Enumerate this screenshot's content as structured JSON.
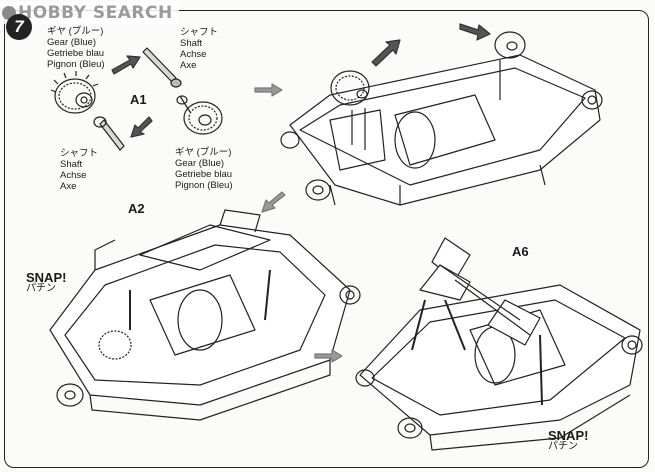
{
  "watermark": {
    "text": "HOBBY SEARCH"
  },
  "step": {
    "number": "7"
  },
  "parts": {
    "gear_top": {
      "jp": "ギヤ (ブルー)",
      "en": "Gear (Blue)",
      "de": "Getriebe blau",
      "fr": "Pignon (Bleu)"
    },
    "shaft_top": {
      "jp": "シャフト",
      "en": "Shaft",
      "de": "Achse",
      "fr": "Axe"
    },
    "shaft_bottom": {
      "jp": "シャフト",
      "en": "Shaft",
      "de": "Achse",
      "fr": "Axe"
    },
    "gear_bottom": {
      "jp": "ギヤ (ブルー)",
      "en": "Gear (Blue)",
      "de": "Getriebe blau",
      "fr": "Pignon (Bleu)"
    }
  },
  "callouts": {
    "a1": "A1",
    "a2": "A2",
    "a6": "A6"
  },
  "snaps": {
    "left": {
      "en": "SNAP!",
      "jp": "パチン"
    },
    "right": {
      "en": "SNAP!",
      "jp": "パチン"
    }
  }
}
